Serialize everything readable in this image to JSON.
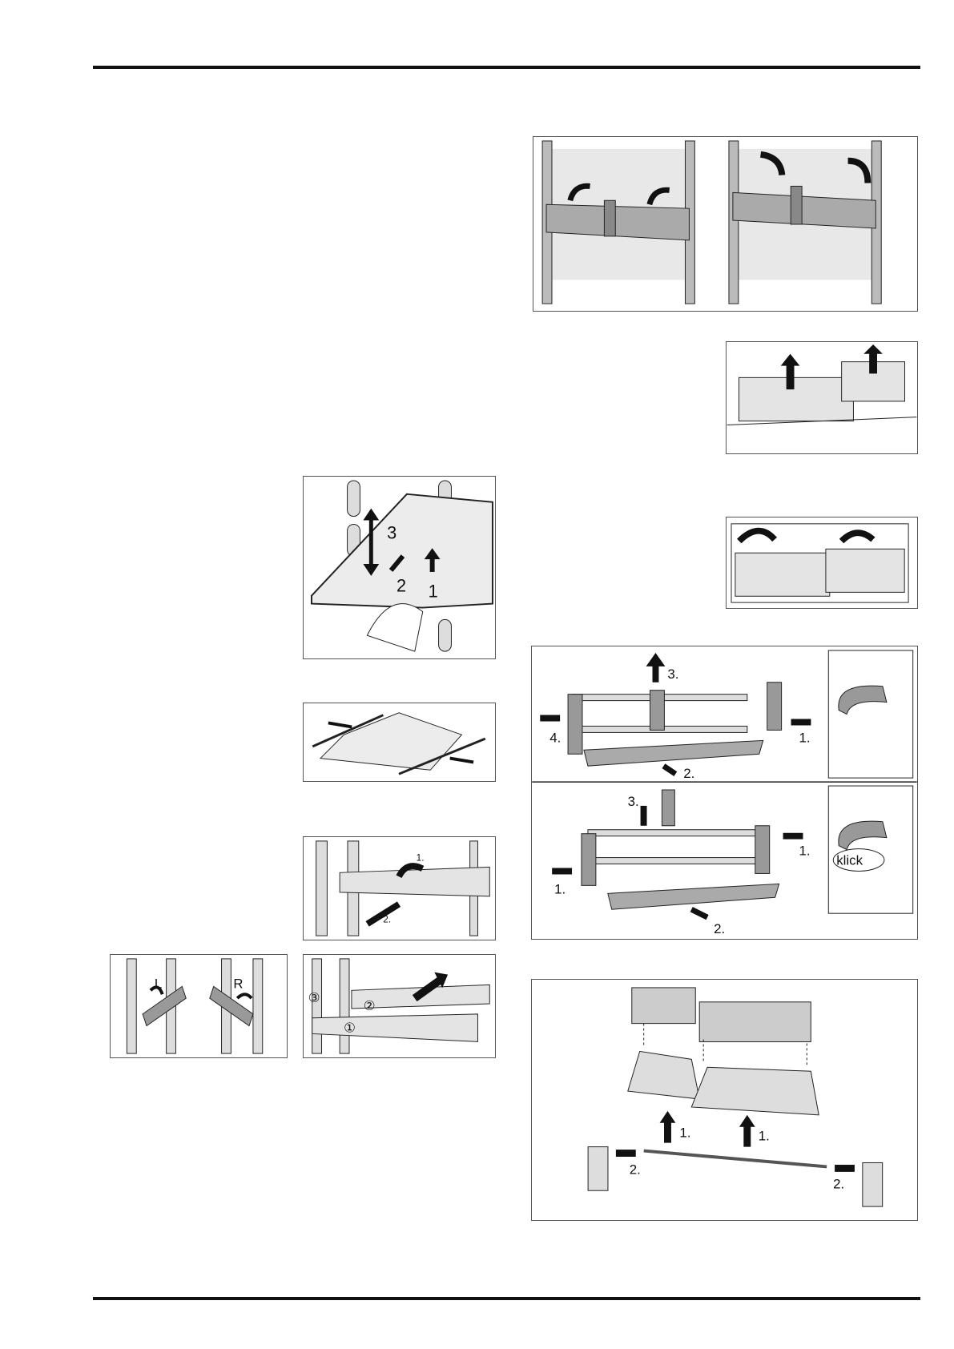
{
  "figures": {
    "shelf_glass": {
      "labels": [
        "3",
        "2",
        "1"
      ]
    },
    "door_rail": {
      "labels": [
        "1.",
        "2."
      ]
    },
    "hinges": {
      "labels": [
        "L",
        "R"
      ]
    },
    "split_shelf": {
      "labels": [
        "③",
        "②",
        "①"
      ]
    },
    "door_bar_remove": {
      "labels": [
        "3.",
        "4.",
        "1.",
        "2."
      ]
    },
    "door_bar_install": {
      "labels": [
        "3.",
        "1.",
        "1.",
        "2."
      ],
      "klick": "klick"
    },
    "door_boxes": {
      "labels": [
        "1.",
        "1.",
        "2.",
        "2."
      ]
    }
  },
  "colors": {
    "line": "#222222",
    "panel": "#e8e8e8",
    "part": "#9a9a9a",
    "arrow": "#111111"
  }
}
